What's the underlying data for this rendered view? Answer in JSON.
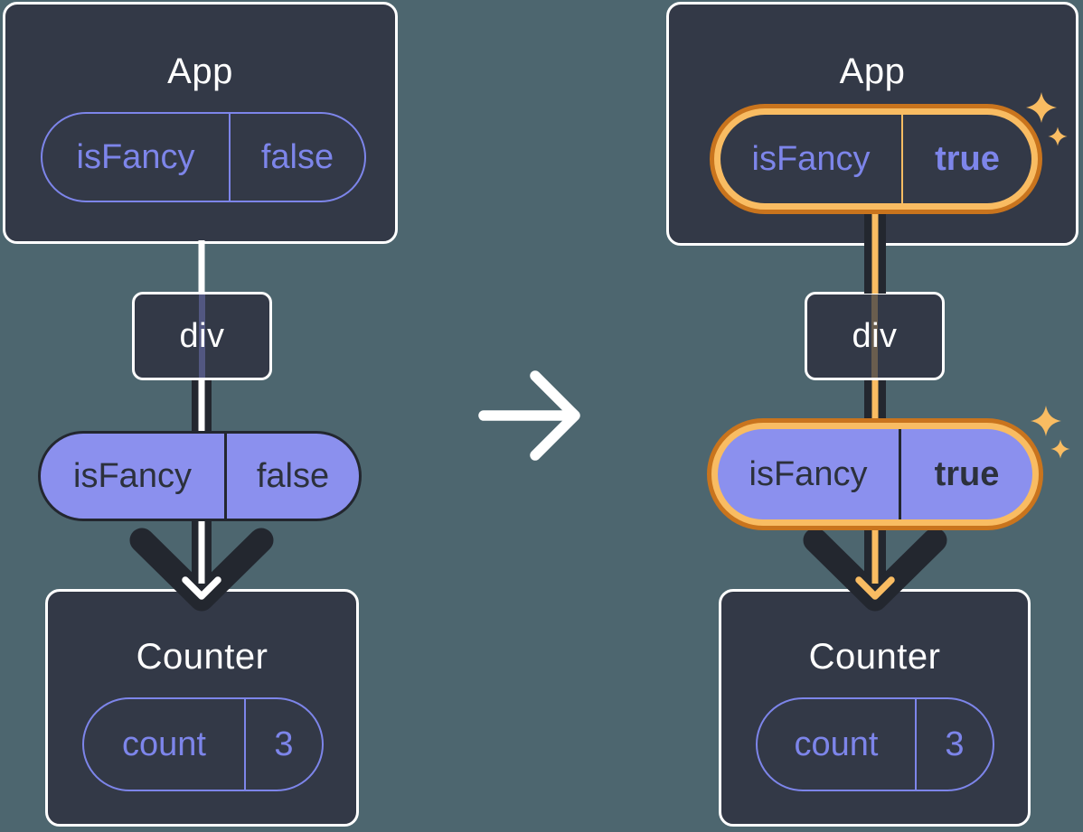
{
  "colors": {
    "page-bg": "#4d666f",
    "box-bg": "#333947",
    "dark": "#23272f",
    "white": "#ffffff",
    "purple": "#7d85ea",
    "purple-fill": "#8b90ee",
    "text-on-purple": "#2c313c",
    "orange": "#f9bc62",
    "orange-dark": "#c9741d"
  },
  "transition": {
    "arrow_icon": "right-arrow",
    "sparkle_icon": "four-point-star"
  },
  "before": {
    "app": {
      "title": "App",
      "state": {
        "name": "isFancy",
        "value": "false"
      }
    },
    "div": {
      "label": "div"
    },
    "prop": {
      "name": "isFancy",
      "value": "false"
    },
    "counter": {
      "title": "Counter",
      "state": {
        "name": "count",
        "value": "3"
      }
    }
  },
  "after": {
    "app": {
      "title": "App",
      "state": {
        "name": "isFancy",
        "value": "true"
      }
    },
    "div": {
      "label": "div"
    },
    "prop": {
      "name": "isFancy",
      "value": "true"
    },
    "counter": {
      "title": "Counter",
      "state": {
        "name": "count",
        "value": "3"
      }
    }
  }
}
